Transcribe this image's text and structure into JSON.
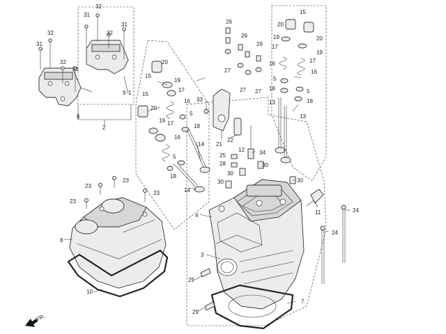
{
  "callouts": {
    "c1": "1",
    "c2": "2",
    "c3": "3",
    "c4": "4",
    "c5": "5",
    "c6": "6",
    "c7": "7",
    "c8": "8",
    "c9": "9",
    "c10": "10",
    "c11": "11",
    "c12": "12",
    "c13": "13",
    "c14": "14",
    "c15": "15",
    "c16": "16",
    "c17": "17",
    "c18": "18",
    "c19": "19",
    "c20": "20",
    "c21": "21",
    "c22": "22",
    "c23": "23",
    "c24": "24",
    "c25": "25",
    "c26": "26",
    "c27": "27",
    "c28": "28",
    "c29": "29",
    "c30": "30",
    "c31": "31",
    "c32": "32",
    "c33": "33",
    "c34": "34"
  },
  "front_marker": "FR."
}
